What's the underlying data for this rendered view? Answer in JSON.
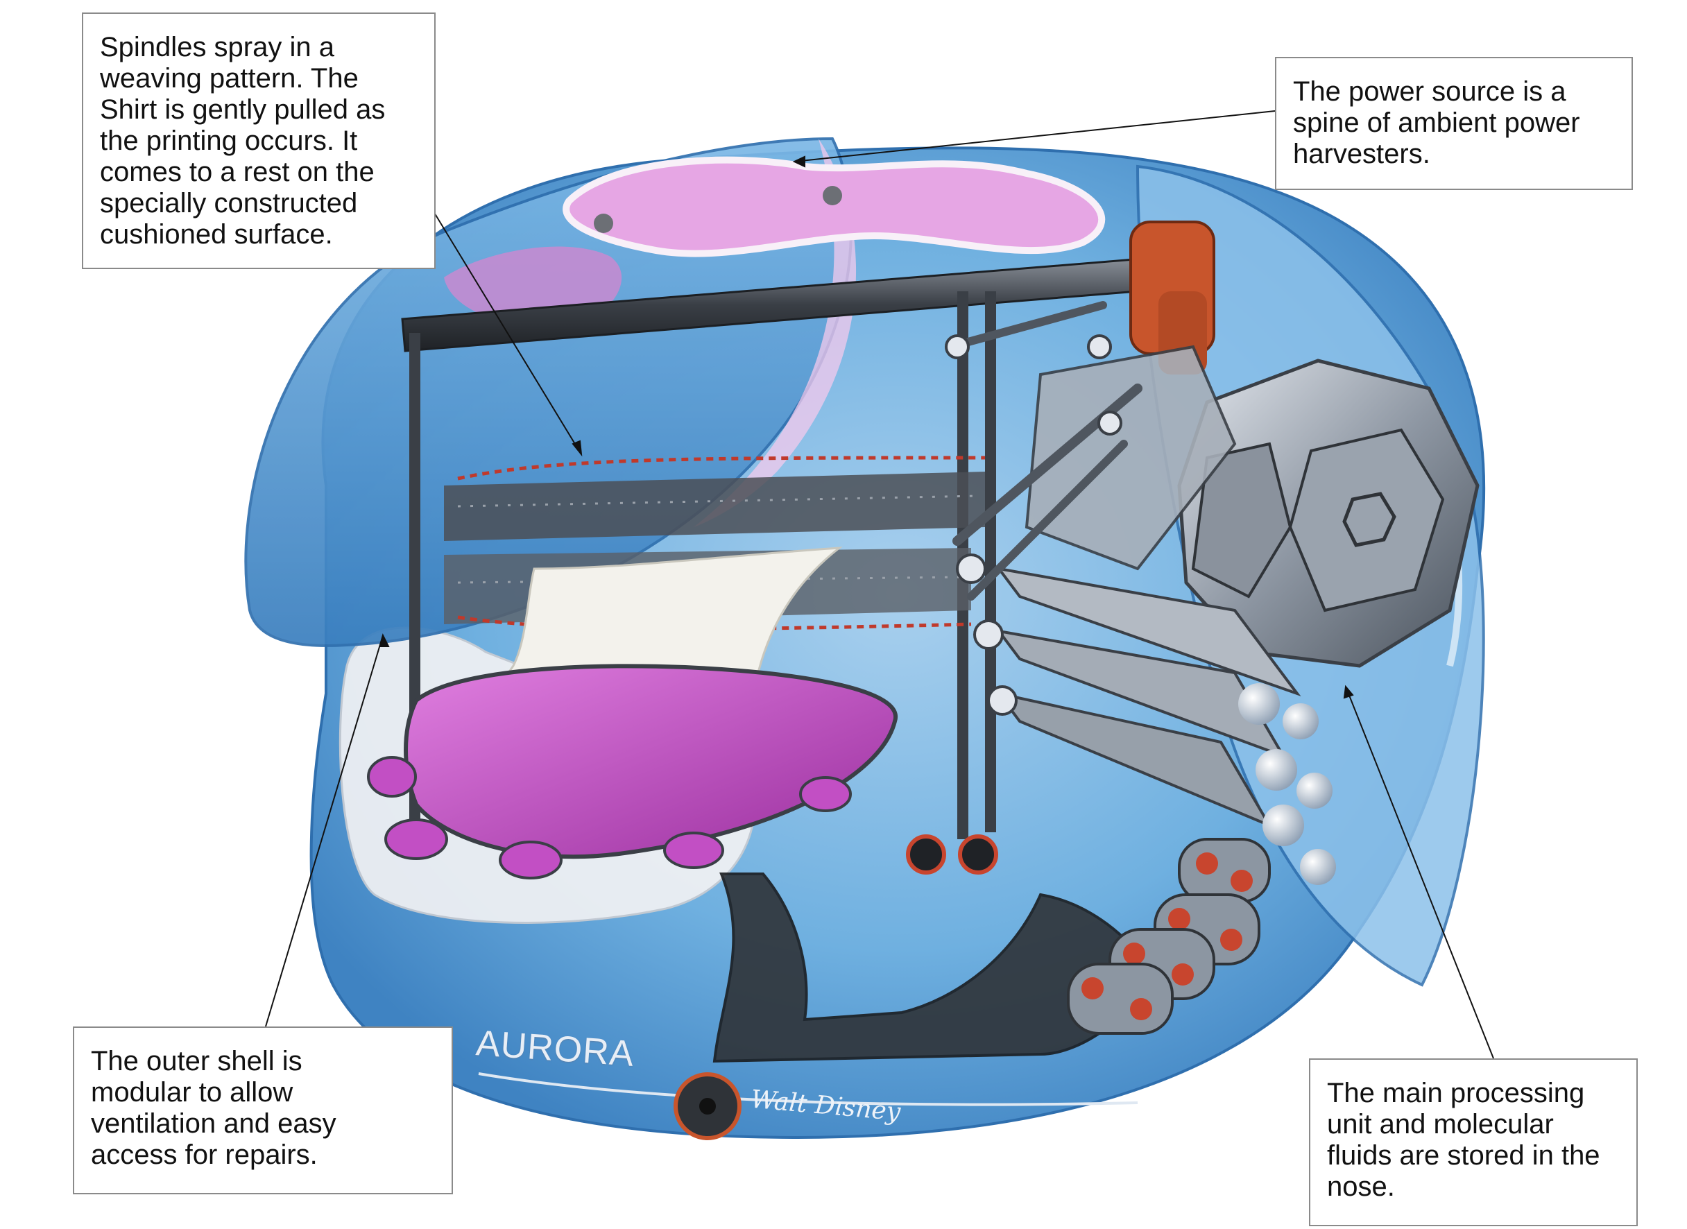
{
  "callouts": {
    "spindles": "Spindles spray in a\nweaving pattern. The\nShirt is gently pulled as\nthe printing occurs.  It\ncomes to a rest on the\nspecially constructed\ncushioned surface.",
    "power": "The power source is a\nspine of ambient power\nharvesters.",
    "shell": "The outer shell is\nmodular to allow\nventilation and easy\naccess for repairs.",
    "processing": "The main processing\nunit and molecular\nfluids are stored in the\nnose."
  },
  "branding": {
    "aurora": "AURORA",
    "disney": "Walt Disney"
  },
  "colors": {
    "shell_blue": "#4f95cf",
    "shell_light": "#a9d0ee",
    "cushion_pink": "#c24fc4",
    "metal_gray": "#7d8590",
    "frame_dark": "#2f3338",
    "accent_orange": "#c8552c",
    "node_red": "#c8452e"
  }
}
